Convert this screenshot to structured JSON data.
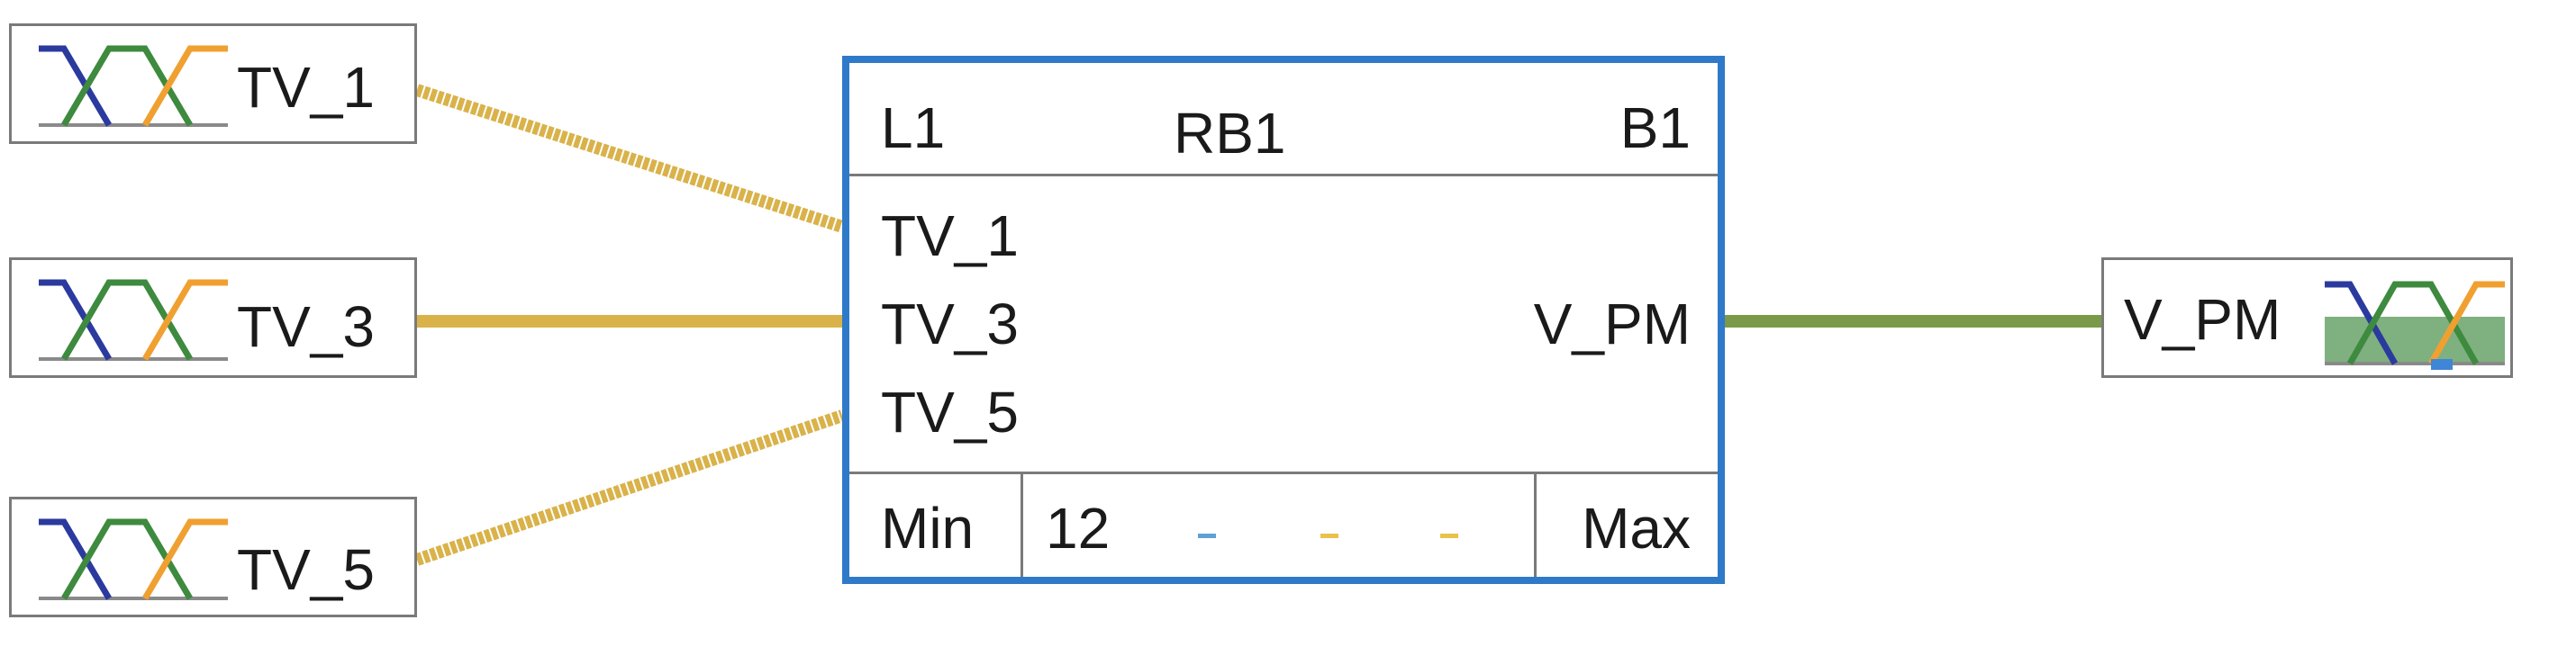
{
  "inputs": [
    {
      "label": "TV_1"
    },
    {
      "label": "TV_3"
    },
    {
      "label": "TV_5"
    }
  ],
  "output": {
    "label": "V_PM"
  },
  "block": {
    "left_label": "L1",
    "name": "RB1",
    "right_label": "B1",
    "inputs": [
      "TV_1",
      "TV_3",
      "TV_5"
    ],
    "output": "V_PM",
    "footer": {
      "min_label": "Min",
      "value": "12",
      "max_label": "Max"
    }
  },
  "colors": {
    "input_wire": "#d9b24a",
    "output_wire": "#7a9a4a",
    "block_border": "#2f79c9",
    "mf_blue": "#2b3a9e",
    "mf_green": "#3e8a3e",
    "mf_orange": "#f0a030",
    "output_fill": "#7fb07f",
    "dash_blue": "#5ea0d8",
    "dash_yellow": "#e8c24a"
  },
  "icons": {
    "input_mf": "membership-functions-icon",
    "output_mf": "output-membership-functions-icon"
  }
}
